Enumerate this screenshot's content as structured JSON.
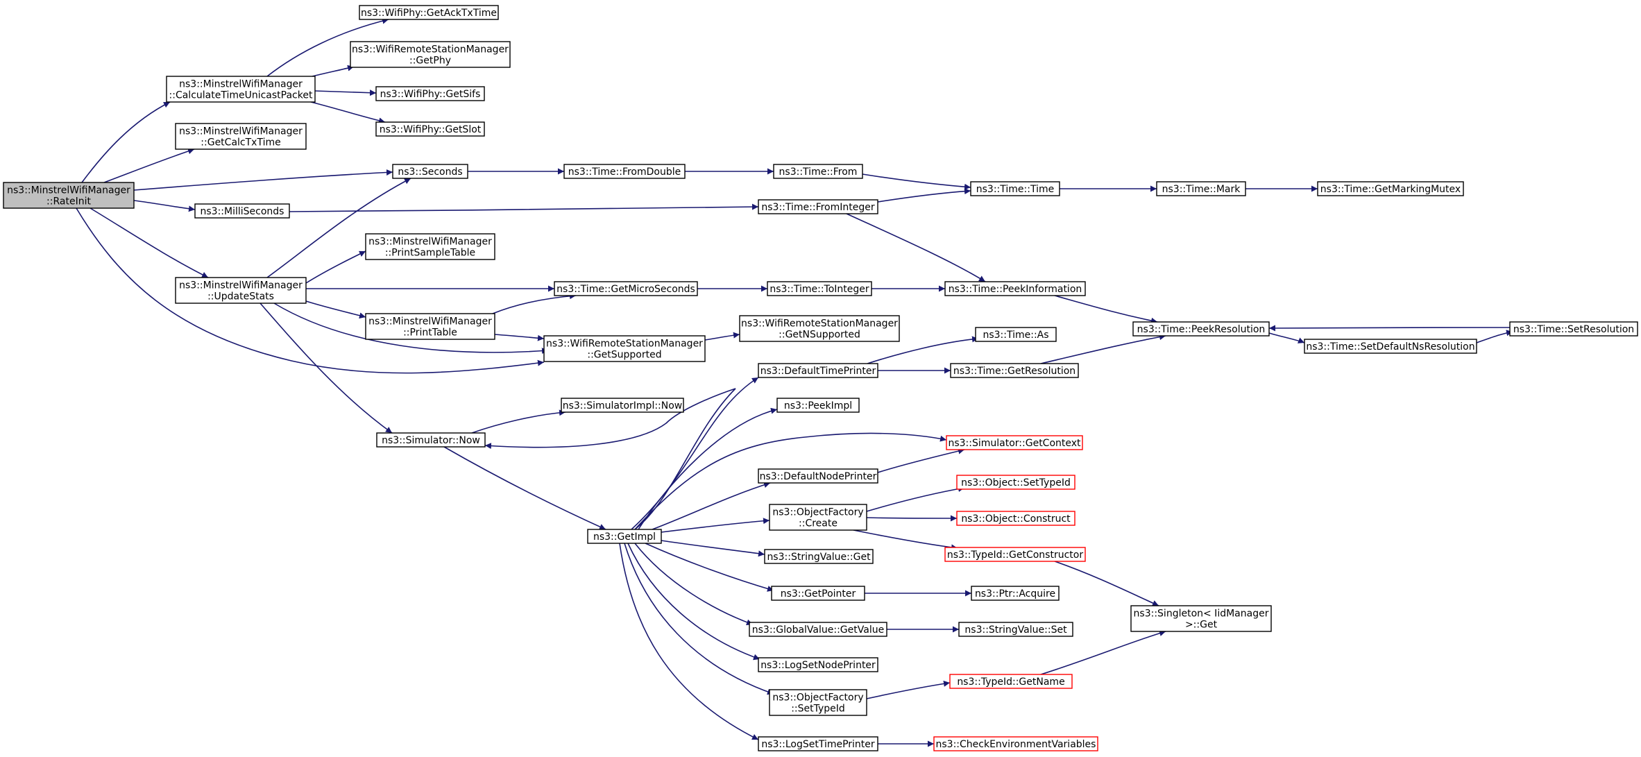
{
  "colors": {
    "edge": "#191970",
    "node_border": "#000000",
    "node_border_truncated": "#ff0000",
    "root_fill": "#bfbfbf",
    "node_fill": "#ffffff"
  },
  "nodes": [
    {
      "id": "rateinit",
      "label": [
        "ns3::MinstrelWifiManager",
        "::RateInit"
      ],
      "root": true
    },
    {
      "id": "calctime",
      "label": [
        "ns3::MinstrelWifiManager",
        "::CalculateTimeUnicastPacket"
      ]
    },
    {
      "id": "getcalctx",
      "label": [
        "ns3::MinstrelWifiManager",
        "::GetCalcTxTime"
      ]
    },
    {
      "id": "seconds",
      "label": [
        "ns3::Seconds"
      ]
    },
    {
      "id": "milliseconds",
      "label": [
        "ns3::MilliSeconds"
      ]
    },
    {
      "id": "updatestats",
      "label": [
        "ns3::MinstrelWifiManager",
        "::UpdateStats"
      ]
    },
    {
      "id": "getacktx",
      "label": [
        "ns3::WifiPhy::GetAckTxTime"
      ]
    },
    {
      "id": "getphy",
      "label": [
        "ns3::WifiRemoteStationManager",
        "::GetPhy"
      ]
    },
    {
      "id": "getsifs",
      "label": [
        "ns3::WifiPhy::GetSifs"
      ]
    },
    {
      "id": "getslot",
      "label": [
        "ns3::WifiPhy::GetSlot"
      ]
    },
    {
      "id": "fromdouble",
      "label": [
        "ns3::Time::FromDouble"
      ]
    },
    {
      "id": "from",
      "label": [
        "ns3::Time::From"
      ]
    },
    {
      "id": "time",
      "label": [
        "ns3::Time::Time"
      ]
    },
    {
      "id": "mark",
      "label": [
        "ns3::Time::Mark"
      ]
    },
    {
      "id": "getmarkingmutex",
      "label": [
        "ns3::Time::GetMarkingMutex"
      ]
    },
    {
      "id": "frominteger",
      "label": [
        "ns3::Time::FromInteger"
      ]
    },
    {
      "id": "printsampletable",
      "label": [
        "ns3::MinstrelWifiManager",
        "::PrintSampleTable"
      ]
    },
    {
      "id": "getmicro",
      "label": [
        "ns3::Time::GetMicroSeconds"
      ]
    },
    {
      "id": "tointeger",
      "label": [
        "ns3::Time::ToInteger"
      ]
    },
    {
      "id": "peekinfo",
      "label": [
        "ns3::Time::PeekInformation"
      ]
    },
    {
      "id": "peekres",
      "label": [
        "ns3::Time::PeekResolution"
      ]
    },
    {
      "id": "setdefaultns",
      "label": [
        "ns3::Time::SetDefaultNsResolution"
      ]
    },
    {
      "id": "setres",
      "label": [
        "ns3::Time::SetResolution"
      ]
    },
    {
      "id": "printtable",
      "label": [
        "ns3::MinstrelWifiManager",
        "::PrintTable"
      ]
    },
    {
      "id": "getsupported",
      "label": [
        "ns3::WifiRemoteStationManager",
        "::GetSupported"
      ]
    },
    {
      "id": "getnsupported",
      "label": [
        "ns3::WifiRemoteStationManager",
        "::GetNSupported"
      ]
    },
    {
      "id": "timeas",
      "label": [
        "ns3::Time::As"
      ]
    },
    {
      "id": "deftimeprinter",
      "label": [
        "ns3::DefaultTimePrinter"
      ]
    },
    {
      "id": "getresolution",
      "label": [
        "ns3::Time::GetResolution"
      ]
    },
    {
      "id": "simimplnow",
      "label": [
        "ns3::SimulatorImpl::Now"
      ]
    },
    {
      "id": "peekimpl",
      "label": [
        "ns3::PeekImpl"
      ]
    },
    {
      "id": "simnow",
      "label": [
        "ns3::Simulator::Now"
      ]
    },
    {
      "id": "getcontext",
      "label": [
        "ns3::Simulator::GetContext"
      ],
      "truncated": true
    },
    {
      "id": "defnodeprinter",
      "label": [
        "ns3::DefaultNodePrinter"
      ]
    },
    {
      "id": "settypeid",
      "label": [
        "ns3::Object::SetTypeId"
      ],
      "truncated": true
    },
    {
      "id": "ofcreate",
      "label": [
        "ns3::ObjectFactory",
        "::Create"
      ]
    },
    {
      "id": "construct",
      "label": [
        "ns3::Object::Construct"
      ],
      "truncated": true
    },
    {
      "id": "getimpl",
      "label": [
        "ns3::GetImpl"
      ]
    },
    {
      "id": "getconstructor",
      "label": [
        "ns3::TypeId::GetConstructor"
      ],
      "truncated": true
    },
    {
      "id": "stringvalueget",
      "label": [
        "ns3::StringValue::Get"
      ]
    },
    {
      "id": "getpointer",
      "label": [
        "ns3::GetPointer"
      ]
    },
    {
      "id": "ptracquire",
      "label": [
        "ns3::Ptr::Acquire"
      ]
    },
    {
      "id": "singletonget",
      "label": [
        "ns3::Singleton< IidManager",
        ">::Get"
      ]
    },
    {
      "id": "globalvalueget",
      "label": [
        "ns3::GlobalValue::GetValue"
      ]
    },
    {
      "id": "stringvalueset",
      "label": [
        "ns3::StringValue::Set"
      ]
    },
    {
      "id": "logsetnode",
      "label": [
        "ns3::LogSetNodePrinter"
      ]
    },
    {
      "id": "ofsettypeid",
      "label": [
        "ns3::ObjectFactory",
        "::SetTypeId"
      ]
    },
    {
      "id": "getname",
      "label": [
        "ns3::TypeId::GetName"
      ],
      "truncated": true
    },
    {
      "id": "logsettime",
      "label": [
        "ns3::LogSetTimePrinter"
      ]
    },
    {
      "id": "checkenv",
      "label": [
        "ns3::CheckEnvironmentVariables"
      ],
      "truncated": true
    }
  ]
}
